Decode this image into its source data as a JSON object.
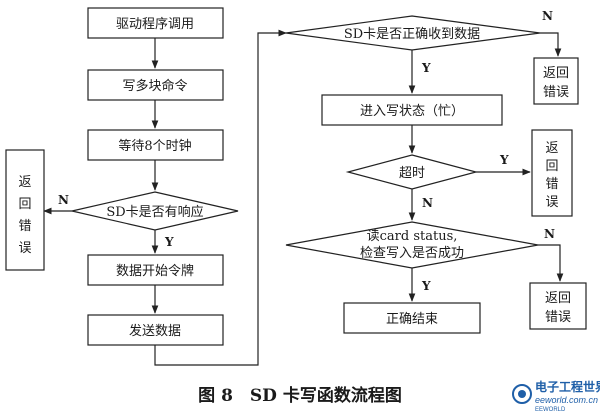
{
  "left_flow": {
    "step1": "驱动程序调用",
    "step2": "写多块命令",
    "step3": "等待8个时钟",
    "decision1": "SD卡是否有响应",
    "step4": "数据开始令牌",
    "step5": "发送数据",
    "error_box": [
      "返",
      "回",
      "错",
      "误"
    ]
  },
  "right_flow": {
    "decision2": "SD卡是否正确收到数据",
    "step6": "进入写状态（忙）",
    "decision3": "超时",
    "decision4_line1": "读card status,",
    "decision4_line2": "检查写入是否成功",
    "step7": "正确结束",
    "error_box_a": [
      "返回",
      "错误"
    ],
    "error_box_b": [
      "返",
      "回",
      "错",
      "误"
    ],
    "error_box_c": [
      "返回",
      "错误"
    ]
  },
  "labels": {
    "yes": "Y",
    "no": "N"
  },
  "caption": "图 8　SD 卡写函数流程图",
  "watermark": {
    "title": "电子工程世界",
    "url": "eeworld.com.cn",
    "sub": "EEWORLD"
  }
}
